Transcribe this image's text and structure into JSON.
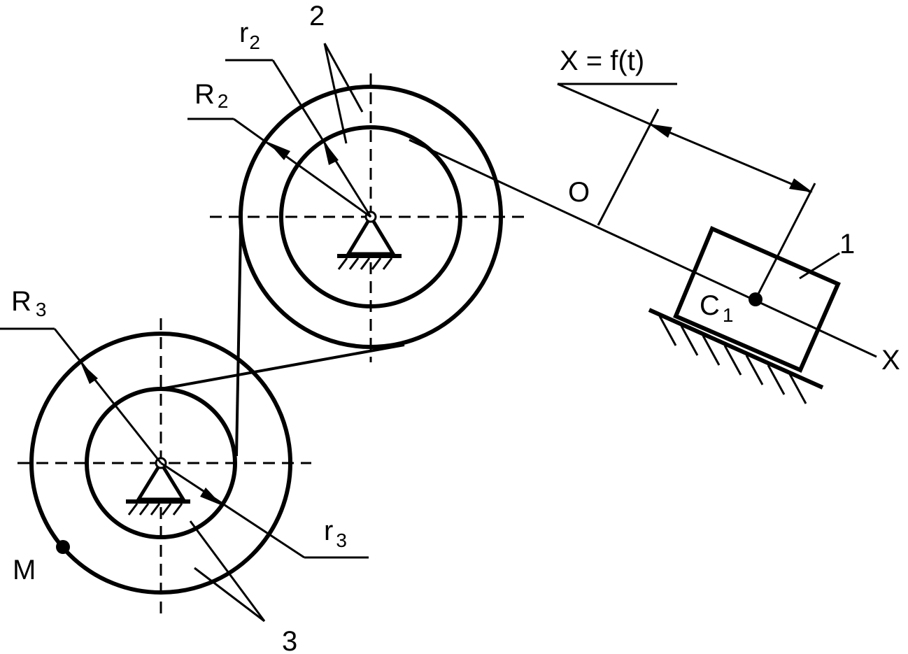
{
  "labels": {
    "wheel2_number": "2",
    "wheel3_number": "3",
    "body1_number": "1",
    "r2_main": "r",
    "r2_sub": "2",
    "R2_main": "R",
    "R2_sub": "2",
    "R3_main": "R",
    "R3_sub": "3",
    "r3_main": "r",
    "r3_sub": "3",
    "law": "X = f(t)",
    "origin": "O",
    "center_main": "C",
    "center_sub": "1",
    "axis": "X",
    "point_m": "M"
  }
}
